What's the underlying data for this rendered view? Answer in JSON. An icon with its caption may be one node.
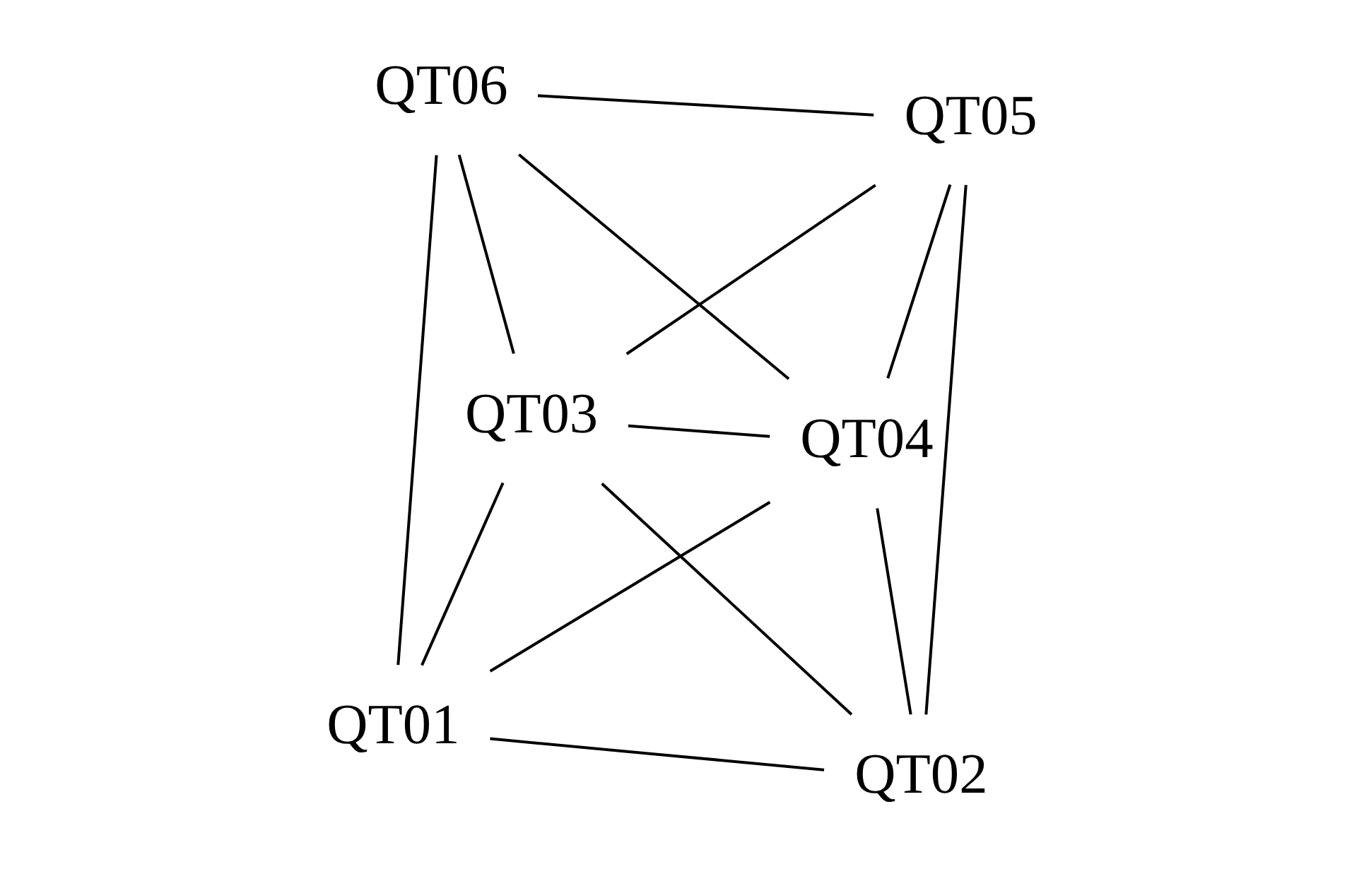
{
  "diagram": {
    "nodes": [
      {
        "text": [
          "QT01"
        ]
      },
      {
        "text": [
          "QT04"
        ]
      },
      {
        "text": [
          "QT02"
        ]
      },
      {
        "text": [
          "QT05"
        ]
      },
      {
        "text": [
          "QT03"
        ]
      },
      {
        "text": [
          "QT06"
        ]
      }
    ],
    "edges": [
      {
        "from": 0,
        "to": 2,
        "arrow": "none"
      },
      {
        "from": 0,
        "to": 1,
        "arrow": "none"
      },
      {
        "from": 0,
        "to": 4,
        "arrow": "none"
      },
      {
        "from": 0,
        "to": 5,
        "arrow": "none"
      },
      {
        "from": 1,
        "to": 3,
        "arrow": "none"
      },
      {
        "from": 1,
        "to": 2,
        "arrow": "none"
      },
      {
        "from": 1,
        "to": 4,
        "arrow": "none"
      },
      {
        "from": 1,
        "to": 5,
        "arrow": "none"
      },
      {
        "from": 2,
        "to": 3,
        "arrow": "none"
      },
      {
        "from": 2,
        "to": 4,
        "arrow": "none"
      },
      {
        "from": 3,
        "to": 4,
        "arrow": "none"
      },
      {
        "from": 3,
        "to": 5,
        "arrow": "none"
      },
      {
        "from": 4,
        "to": 5,
        "arrow": "none"
      }
    ]
  }
}
